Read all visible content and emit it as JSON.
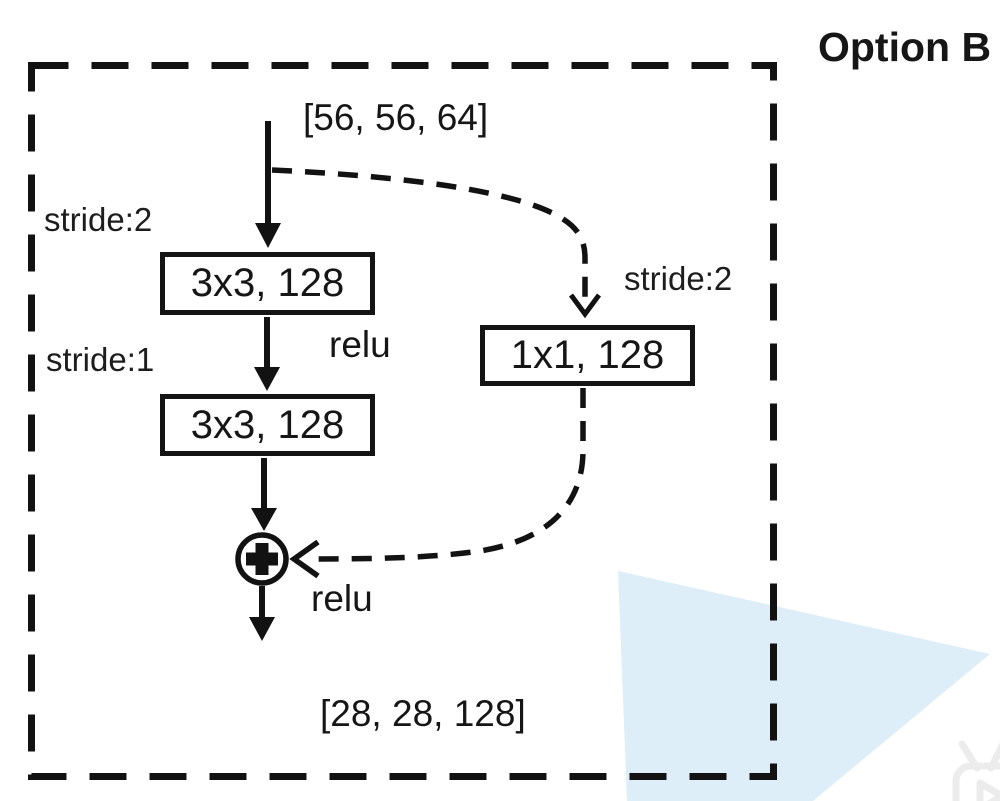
{
  "header": {
    "title": "Option B"
  },
  "diagram": {
    "input_shape": "[56, 56, 64]",
    "output_shape": "[28, 28, 128]",
    "main_path": {
      "stride_top_label": "stride:2",
      "conv1_label": "3x3, 128",
      "relu1_label": "relu",
      "stride_mid_label": "stride:1",
      "conv2_label": "3x3, 128",
      "relu2_label": "relu"
    },
    "shortcut_path": {
      "stride_label": "stride:2",
      "conv_label": "1x1, 128"
    },
    "add_symbol": "+",
    "colors": {
      "ink": "#161616",
      "watermark_triangle": "#ddeef8",
      "watermark_icon": "#ececec"
    }
  }
}
